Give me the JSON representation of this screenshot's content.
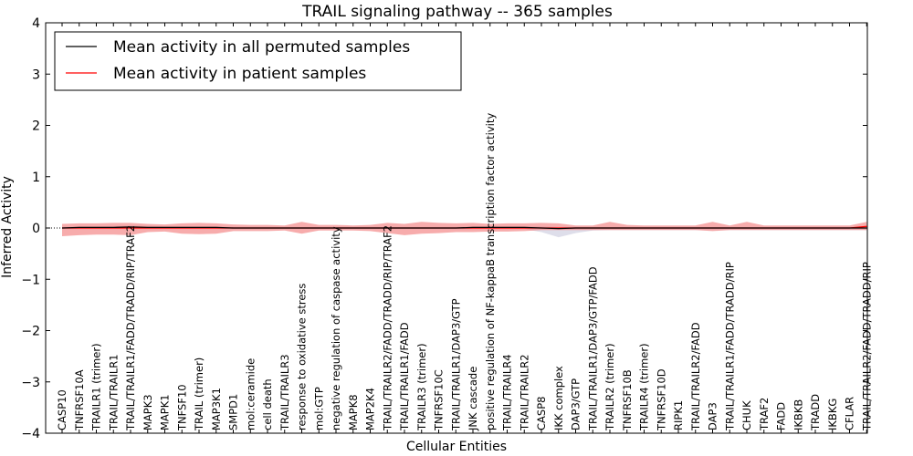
{
  "chart_data": {
    "type": "line",
    "title": "TRAIL signaling pathway -- 365 samples",
    "xlabel": "Cellular Entities",
    "ylabel": "Inferred Activity",
    "ylim": [
      -4,
      4
    ],
    "yticks": [
      "−4",
      "−3",
      "−2",
      "−1",
      "0",
      "1",
      "2",
      "3",
      "4"
    ],
    "grid": false,
    "legend_position": "top-left",
    "colors": {
      "permuted": "#000000",
      "patient": "#ff0000",
      "patient_band": "#f28080",
      "permuted_band": "#c8c8dc"
    },
    "categories": [
      "CASP10",
      "TNFRSF10A",
      "TRAILR1 (trimer)",
      "TRAIL/TRAILR1",
      "TRAIL/TRAILR1/FADD/TRADD/RIP/TRAF2",
      "MAPK3",
      "MAPK1",
      "TNFSF10",
      "TRAIL (trimer)",
      "MAP3K1",
      "SMPD1",
      "mol:ceramide",
      "cell death",
      "TRAIL/TRAILR3",
      "response to oxidative stress",
      "mol:GTP",
      "negative regulation of caspase activity",
      "MAPK8",
      "MAP2K4",
      "TRAIL/TRAILR2/FADD/TRADD/RIP/TRAF2",
      "TRAIL/TRAILR1/FADD",
      "TRAILR3 (trimer)",
      "TNFRSF10C",
      "TRAIL/TRAILR1/DAP3/GTP",
      "JNK cascade",
      "positive regulation of NF-kappaB transcription factor activity",
      "TRAIL/TRAILR4",
      "TRAIL/TRAILR2",
      "CASP8",
      "IKK complex",
      "DAP3/GTP",
      "TRAIL/TRAILR1/DAP3/GTP/FADD",
      "TRAILR2 (trimer)",
      "TNFRSF10B",
      "TRAILR4 (trimer)",
      "TNFRSF10D",
      "RIPK1",
      "TRAIL/TRAILR2/FADD",
      "DAP3",
      "TRAIL/TRAILR1/FADD/TRADD/RIP",
      "CHUK",
      "TRAF2",
      "FADD",
      "IKBKB",
      "TRADD",
      "IKBKG",
      "CFLAR",
      "TRAIL/TRAILR2/FADD/TRADD/RIP"
    ],
    "series": [
      {
        "name": "Mean activity in all permuted samples",
        "values": [
          0,
          0.01,
          0.01,
          0.01,
          0.02,
          0.01,
          0.01,
          0.01,
          0.01,
          0.01,
          0,
          0,
          0,
          0,
          0,
          0,
          0,
          0,
          0,
          0,
          0,
          0,
          0,
          0,
          0.01,
          0.01,
          0.01,
          0.01,
          0,
          -0.01,
          0,
          0,
          0,
          0,
          0,
          0,
          0,
          0,
          0,
          0,
          0,
          0,
          0,
          0,
          0,
          0,
          0,
          0
        ],
        "band_upper": [
          0.02,
          0.03,
          0.03,
          0.04,
          0.05,
          0.04,
          0.03,
          0.03,
          0.03,
          0.03,
          0.02,
          0.02,
          0.02,
          0.02,
          0.02,
          0.02,
          0.02,
          0.02,
          0.02,
          0.02,
          0.02,
          0.02,
          0.02,
          0.02,
          0.03,
          0.03,
          0.03,
          0.03,
          0.03,
          0.02,
          0.02,
          0.02,
          0.02,
          0.02,
          0.02,
          0.02,
          0.02,
          0.02,
          0.02,
          0.02,
          0.02,
          0.02,
          0.02,
          0.02,
          0.02,
          0.02,
          0.02,
          0.02
        ],
        "band_lower": [
          -0.02,
          -0.02,
          -0.02,
          -0.02,
          -0.02,
          -0.02,
          -0.02,
          -0.02,
          -0.02,
          -0.02,
          -0.02,
          -0.02,
          -0.02,
          -0.02,
          -0.02,
          -0.02,
          -0.02,
          -0.02,
          -0.02,
          -0.02,
          -0.02,
          -0.02,
          -0.02,
          -0.02,
          -0.02,
          -0.02,
          -0.02,
          -0.02,
          -0.08,
          -0.18,
          -0.1,
          -0.05,
          -0.04,
          -0.04,
          -0.04,
          -0.04,
          -0.04,
          -0.04,
          -0.04,
          -0.04,
          -0.04,
          -0.04,
          -0.04,
          -0.04,
          -0.04,
          -0.04,
          -0.04,
          -0.04
        ]
      },
      {
        "name": "Mean activity in patient samples",
        "values": [
          0,
          0,
          0,
          0,
          0,
          0,
          0,
          0,
          0,
          0,
          0,
          0,
          0,
          0,
          0,
          0,
          0,
          0,
          0,
          0,
          0,
          0,
          0,
          0,
          0,
          0,
          0,
          0,
          0,
          0,
          0,
          0,
          0,
          0,
          0,
          0,
          0,
          0,
          0,
          0,
          0,
          0,
          0,
          0,
          0,
          0,
          0,
          0.03
        ],
        "band_upper": [
          0.08,
          0.09,
          0.09,
          0.1,
          0.1,
          0.08,
          0.07,
          0.09,
          0.1,
          0.09,
          0.07,
          0.06,
          0.06,
          0.05,
          0.12,
          0.06,
          0.06,
          0.05,
          0.06,
          0.1,
          0.08,
          0.12,
          0.1,
          0.09,
          0.1,
          0.08,
          0.09,
          0.09,
          0.1,
          0.09,
          0.05,
          0.05,
          0.12,
          0.06,
          0.05,
          0.05,
          0.05,
          0.05,
          0.12,
          0.05,
          0.12,
          0.05,
          0.05,
          0.05,
          0.05,
          0.05,
          0.05,
          0.12
        ],
        "band_lower": [
          -0.16,
          -0.14,
          -0.13,
          -0.13,
          -0.14,
          -0.08,
          -0.07,
          -0.11,
          -0.12,
          -0.11,
          -0.06,
          -0.06,
          -0.06,
          -0.05,
          -0.11,
          -0.05,
          -0.05,
          -0.05,
          -0.06,
          -0.1,
          -0.14,
          -0.11,
          -0.1,
          -0.08,
          -0.08,
          -0.07,
          -0.07,
          -0.06,
          -0.04,
          -0.04,
          -0.04,
          -0.04,
          -0.04,
          -0.04,
          -0.04,
          -0.04,
          -0.04,
          -0.04,
          -0.06,
          -0.04,
          -0.04,
          -0.04,
          -0.04,
          -0.04,
          -0.04,
          -0.04,
          -0.04,
          -0.04
        ]
      }
    ],
    "baseline": 0
  }
}
